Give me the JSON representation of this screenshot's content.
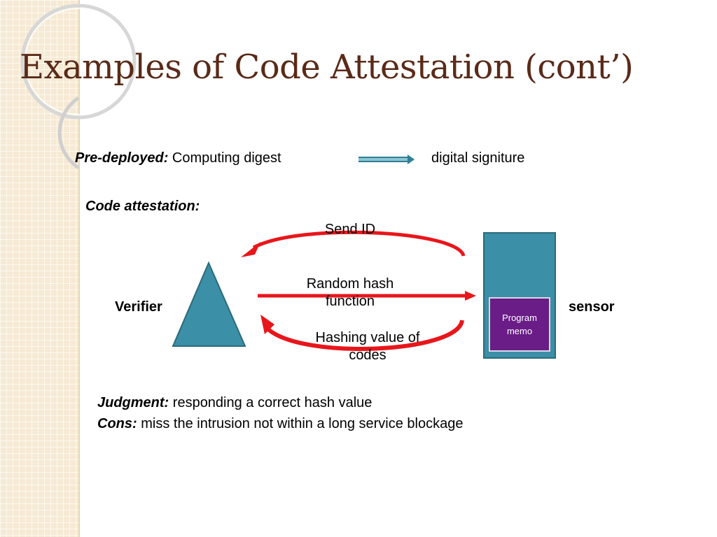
{
  "slide": {
    "title": "Examples of Code Attestation (cont’)"
  },
  "predeployed": {
    "label": "Pre-deployed:",
    "text": "Computing digest",
    "result": "digital signiture"
  },
  "code_attestation": {
    "label": "Code attestation:"
  },
  "diagram": {
    "verifier": "Verifier",
    "sensor": "sensor",
    "memo_line1": "Program",
    "memo_line2": "memo",
    "send_id": "Send ID",
    "random_hash_line1": "Random hash",
    "random_hash_line2": "function",
    "hashing_line1": "Hashing value of",
    "hashing_line2": "codes",
    "colors": {
      "verifier_fill": "#3b8fa6",
      "sensor_fill": "#3b8fa6",
      "memo_fill": "#6a1d86",
      "arrow_red": "#e8161b"
    }
  },
  "judgment": {
    "label": "Judgment:",
    "text": "responding a correct hash value"
  },
  "cons": {
    "label": "Cons:",
    "text": "miss the intrusion not within a long service blockage"
  }
}
